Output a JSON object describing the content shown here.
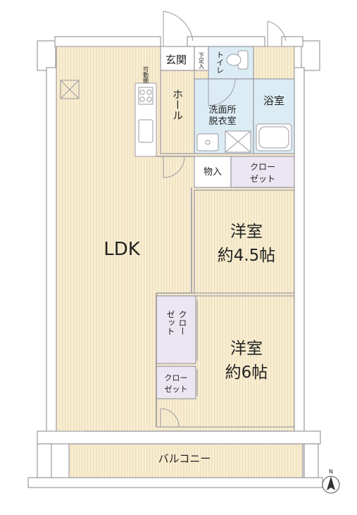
{
  "colors": {
    "floor": "#f8eed6",
    "stripe": "#efdfb5",
    "wet_room": "#dcecf4",
    "storage": "#ece6f2",
    "wall": "#9a9aa2",
    "wall_fill": "#ffffff",
    "text": "#222222"
  },
  "rooms": {
    "ldk": "LDK",
    "western_room_1_name": "洋室",
    "western_room_1_size": "約4.5帖",
    "western_room_2_name": "洋室",
    "western_room_2_size": "約6帖",
    "entrance": "玄関",
    "shoe_storage": "下足入",
    "toilet": "トイレ",
    "hall": "ホール",
    "washroom_line1": "洗面所",
    "washroom_line2": "脱衣室",
    "bathroom": "浴室",
    "storage": "物入",
    "closet_top_line1": "クロー",
    "closet_top_line2": "ゼット",
    "closet_left_col1": "ゼット",
    "closet_left_col2": "クロー",
    "closet_small_line1": "クロー",
    "closet_small_line2": "ゼット",
    "movable_shelf": "可動棚",
    "balcony": "バルコニー"
  },
  "compass": {
    "label": "N"
  }
}
